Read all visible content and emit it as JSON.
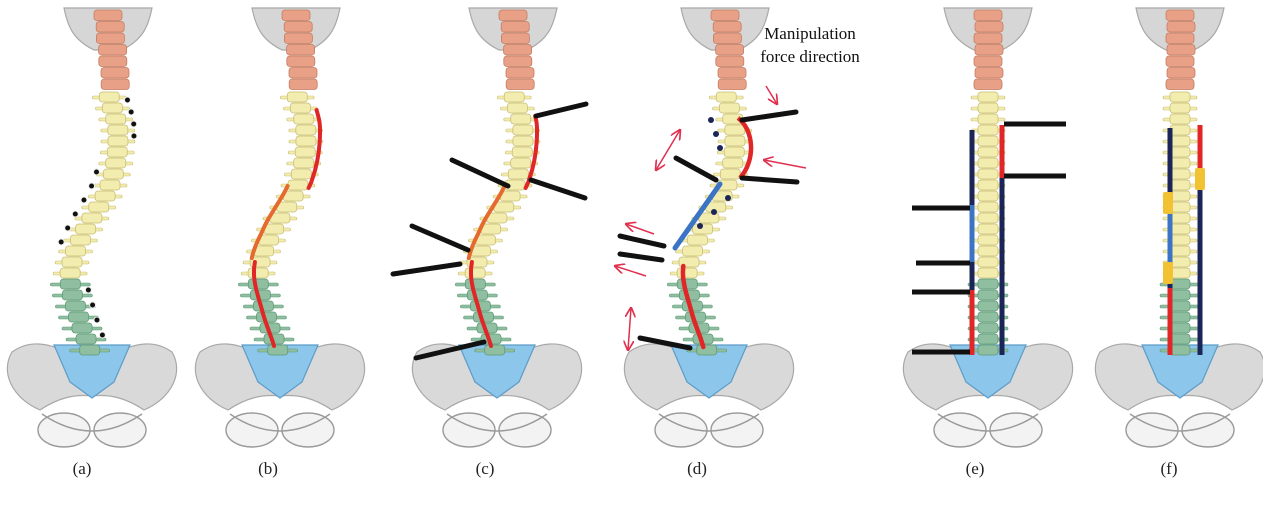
{
  "panels": [
    {
      "label": "(a)"
    },
    {
      "label": "(b)"
    },
    {
      "label": "(c)"
    },
    {
      "label": "(d)"
    },
    {
      "label": "(e)"
    },
    {
      "label": "(f)"
    }
  ],
  "annotation": {
    "line1": "Manipulation",
    "line2": "force direction"
  },
  "colors": {
    "skull": "#d6d6d6",
    "cervical": "#e8a187",
    "thoracic": "#f2ecae",
    "lumbar": "#8fbfa0",
    "sacrum": "#8cc6ea",
    "pelvis": "#d9d9d9",
    "rod_red": "#e02626",
    "rod_orange": "#e46a2e",
    "rod_blue": "#3b74c4",
    "rod_navy": "#1b2557",
    "instrument_black": "#111111",
    "arrow_pink": "#e0304f",
    "connector_yellow": "#f3c233"
  }
}
